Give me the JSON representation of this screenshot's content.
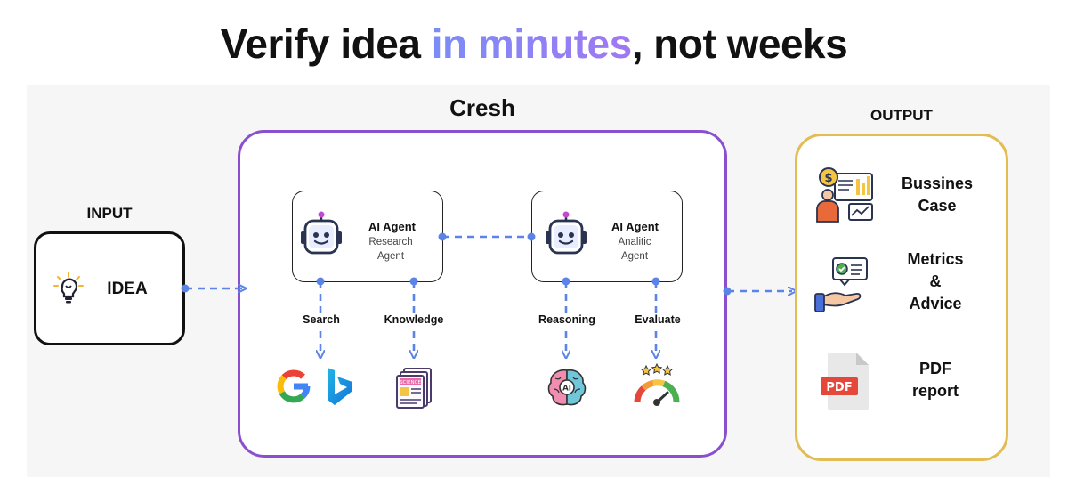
{
  "headline": {
    "before": "Verify idea ",
    "accent": "in minutes",
    "after": ", not weeks"
  },
  "input": {
    "heading": "INPUT",
    "idea_label": "IDEA",
    "icon": "lightbulb-head-icon"
  },
  "cresh": {
    "heading": "Cresh",
    "agents": [
      {
        "title": "AI Agent",
        "subtitle_line1": "Research",
        "subtitle_line2": "Agent",
        "icon": "robot-icon",
        "steps": [
          {
            "label": "Search",
            "icons": [
              "google-icon",
              "bing-icon"
            ]
          },
          {
            "label": "Knowledge",
            "icons": [
              "science-papers-icon"
            ]
          }
        ]
      },
      {
        "title": "AI Agent",
        "subtitle_line1": "Analitic",
        "subtitle_line2": "Agent",
        "icon": "robot-icon",
        "steps": [
          {
            "label": "Reasoning",
            "icons": [
              "ai-brain-icon"
            ]
          },
          {
            "label": "Evaluate",
            "icons": [
              "rating-gauge-icon"
            ]
          }
        ]
      }
    ]
  },
  "output": {
    "heading": "OUTPUT",
    "items": [
      {
        "line1": "Bussines",
        "line2": "Case",
        "icon": "business-case-icon"
      },
      {
        "line1": "Metrics",
        "line2": "&",
        "line3": "Advice",
        "icon": "metrics-advice-icon"
      },
      {
        "line1": "PDF",
        "line2": "report",
        "icon": "pdf-file-icon"
      }
    ]
  },
  "colors": {
    "connector": "#5b84e6",
    "cresh_border": "#8a4fcf",
    "output_border": "#e2bd55",
    "accent_start": "#7b8cf6",
    "accent_end": "#a178f2",
    "pdf_red": "#e5473b"
  }
}
